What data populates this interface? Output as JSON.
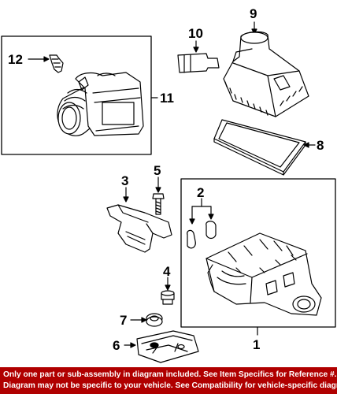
{
  "callouts": {
    "c1": "1",
    "c2": "2",
    "c3": "3",
    "c4": "4",
    "c5": "5",
    "c6": "6",
    "c7": "7",
    "c8": "8",
    "c9": "9",
    "c10": "10",
    "c11": "11",
    "c12": "12"
  },
  "footer": {
    "line1": "Only one part or sub-assembly in diagram included. See Item Specifics for Reference #.",
    "line2": "Diagram may not be specific to your vehicle. See Compatibility for vehicle-specific diagrams."
  },
  "colors": {
    "footer_bg": "#b00000",
    "footer_text": "#ffffff",
    "line_art": "#000000"
  }
}
